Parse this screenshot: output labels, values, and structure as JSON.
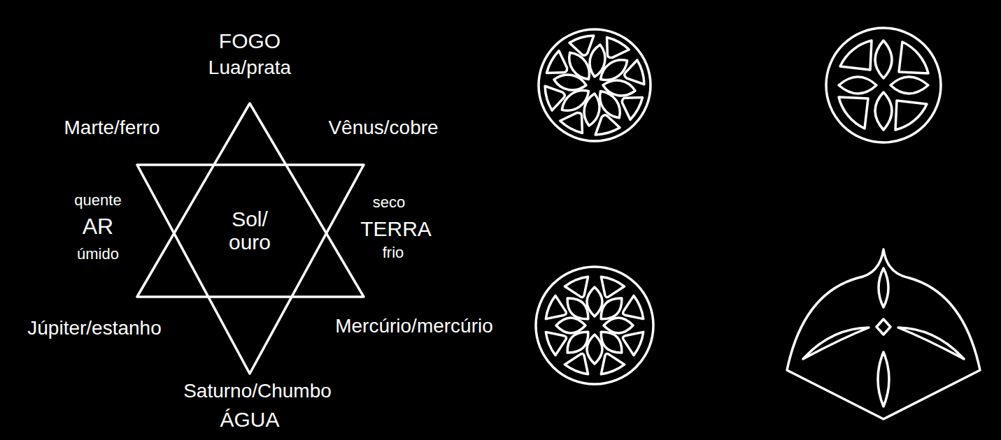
{
  "diagram": {
    "nodes": [
      {
        "text": [
          "Sol/ ouro"
        ]
      }
    ],
    "labels": [
      "FOGO",
      "Lua/prata",
      "Marte/ferro",
      "Vênus/cobre",
      "quente",
      "AR",
      "úmido",
      "seco",
      "TERRA",
      "frio",
      "Júpiter/estanho",
      "Mercúrio/mercúrio",
      "Saturno/Chumbo",
      "ÁGUA"
    ]
  }
}
